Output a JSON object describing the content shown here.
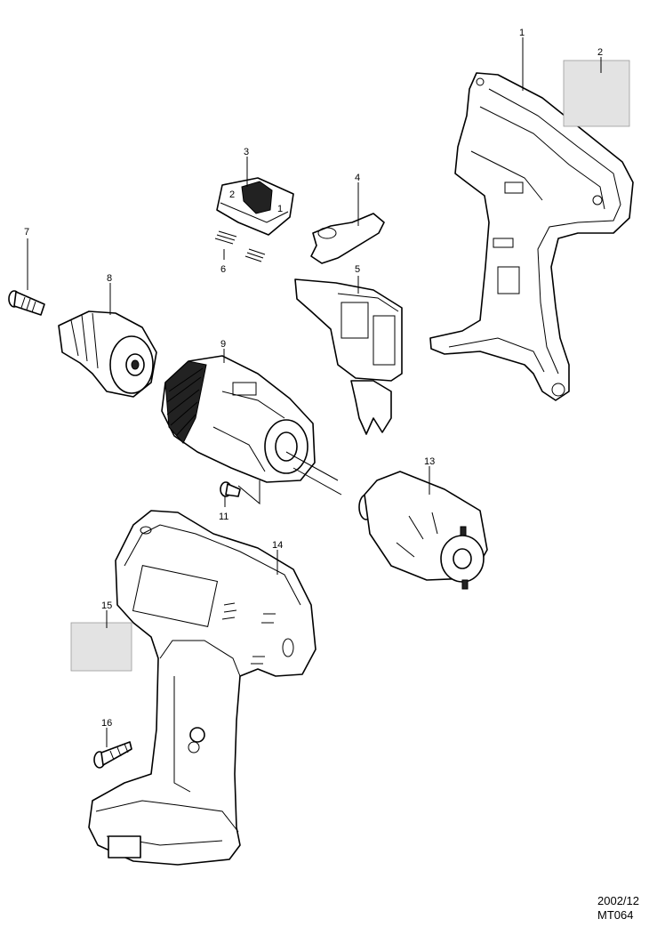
{
  "callouts": [
    "1",
    "2",
    "3",
    "4",
    "5",
    "6",
    "7",
    "8",
    "9",
    "11",
    "13",
    "14",
    "15",
    "16"
  ],
  "footer": {
    "date": "2002/12",
    "code": "MT064"
  }
}
